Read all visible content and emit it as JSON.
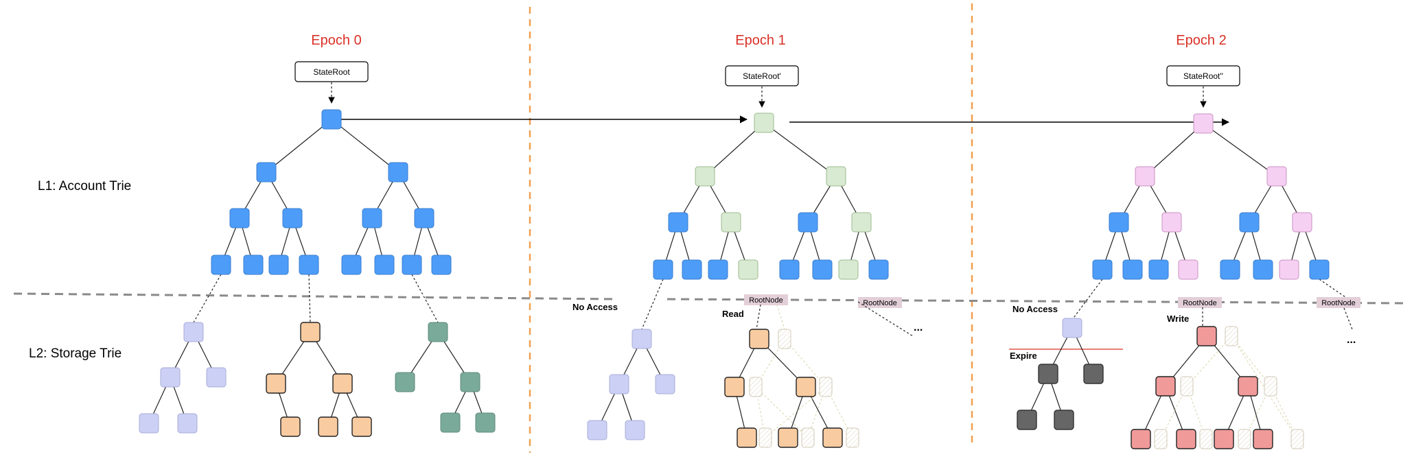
{
  "epochs": [
    {
      "title": "Epoch 0",
      "state_root": "StateRoot"
    },
    {
      "title": "Epoch 1",
      "state_root": "StateRoot'"
    },
    {
      "title": "Epoch 2",
      "state_root": "StateRoot''"
    }
  ],
  "row_labels": {
    "l1": "L1: Account Trie",
    "l2": "L2: Storage Trie"
  },
  "annotations": {
    "no_access_1": "No Access",
    "read": "Read",
    "root_node": "RootNode",
    "ellipsis": "...",
    "no_access_2": "No Access",
    "expire": "Expire",
    "write": "Write"
  },
  "colors": {
    "epoch_title": "#d93025",
    "divider": "#f0a050",
    "l1_l2_separator": "#8a8a8a",
    "blue": "#4d9cf8",
    "light_green": "#d9ead3",
    "pink": "#f6d0f3",
    "lavender": "#ccd0f5",
    "peach": "#f8cba0",
    "teal": "#7aaa9a",
    "dark_gray": "#666666",
    "salmon": "#f09a9a",
    "root_node_tag": "#e3cfd8",
    "expire_line": "#d93025"
  }
}
